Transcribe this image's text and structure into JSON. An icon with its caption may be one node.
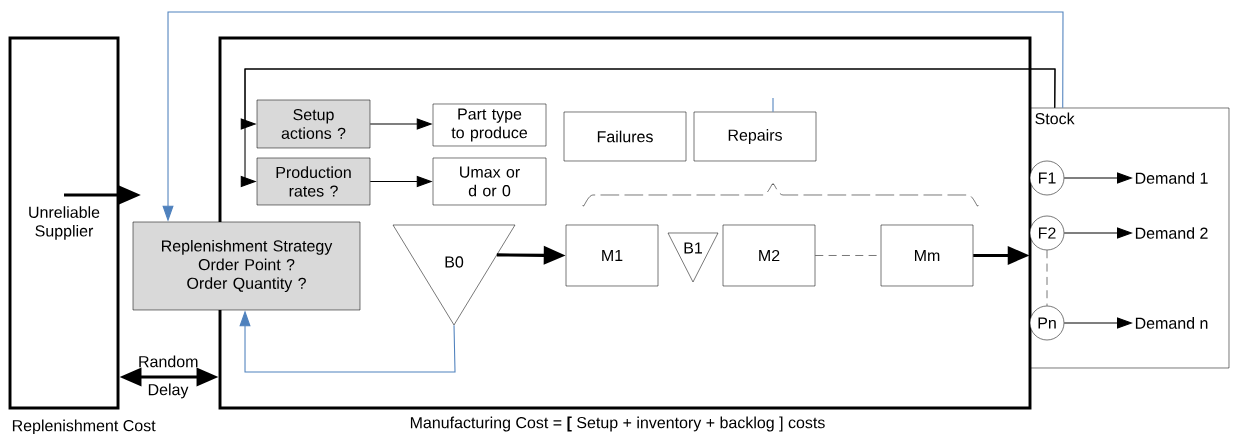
{
  "diagram": {
    "nodes": [
      {
        "text": [
          "Unreliable Supplier"
        ],
        "beside": [
          "Replenishment Cost"
        ]
      },
      {
        "text": [],
        "shape": "box",
        "beside": [
          "Manufacturing Cost = **[** Setup + inventory + backlog ] costs"
        ]
      },
      {
        "text": [
          "Replenishment Strategy",
          "Order Point ?",
          "Order Quantity ?"
        ]
      },
      {
        "text": [
          "Setup actions ?"
        ],
        "in": 1
      },
      {
        "text": [
          "Production rates ?"
        ],
        "in": 1
      },
      {
        "text": [
          "Part type to produce"
        ],
        "in": 1
      },
      {
        "text": [
          "Umax or d or 0"
        ],
        "in": 1
      },
      {
        "text": [
          "Failures"
        ],
        "in": 1
      },
      {
        "text": [
          "Repairs"
        ],
        "in": 1
      },
      {
        "text": [
          "B0"
        ],
        "in": 1
      },
      {
        "text": [
          "M1"
        ],
        "in": 1
      },
      {
        "text": [
          "B1"
        ],
        "in": 1
      },
      {
        "text": [
          "M2"
        ],
        "in": 1
      },
      {
        "text": [
          "Mm"
        ],
        "in": 1
      },
      {
        "text": [
          "Stock"
        ]
      },
      {
        "text": [
          "F1"
        ],
        "in": 14
      },
      {
        "text": [
          "F2"
        ],
        "in": 14
      },
      {
        "text": [
          "Pn"
        ],
        "in": 14
      },
      {
        "text": [
          "Demand 1"
        ],
        "in": 14
      },
      {
        "text": [
          "Demand 2"
        ],
        "in": 14
      },
      {
        "text": [
          "Demand n"
        ],
        "in": 14
      }
    ],
    "edges": [
      {
        "from": 0,
        "to": null,
        "arrow": "to",
        "style": "thick"
      },
      {
        "from": 0,
        "to": 1,
        "arrow": "both",
        "style": "thick",
        "label": "Random Delay"
      },
      {
        "from": 14,
        "to": 2,
        "arrow": "to",
        "color": "#4f81bd"
      },
      {
        "from": 9,
        "to": 2,
        "arrow": "to",
        "color": "#4f81bd"
      },
      {
        "from": 14,
        "to": 3,
        "arrow": "to"
      },
      {
        "from": 14,
        "to": 4,
        "arrow": "to"
      },
      {
        "from": null,
        "to": 8,
        "arrow": "none",
        "color": "#4f81bd"
      },
      {
        "from": 3,
        "to": 5,
        "arrow": "to"
      },
      {
        "from": 4,
        "to": 6,
        "arrow": "to"
      },
      {
        "from": 9,
        "to": 10,
        "arrow": "to",
        "style": "thick"
      },
      {
        "from": 12,
        "to": 13,
        "arrow": "none",
        "style": "dashed"
      },
      {
        "from": 13,
        "to": 14,
        "arrow": "to",
        "style": "thick"
      },
      {
        "from": 15,
        "to": 18,
        "arrow": "to"
      },
      {
        "from": 16,
        "to": 19,
        "arrow": "to"
      },
      {
        "from": 17,
        "to": 20,
        "arrow": "to"
      },
      {
        "from": 16,
        "to": 17,
        "arrow": "none",
        "style": "dashed"
      }
    ]
  }
}
